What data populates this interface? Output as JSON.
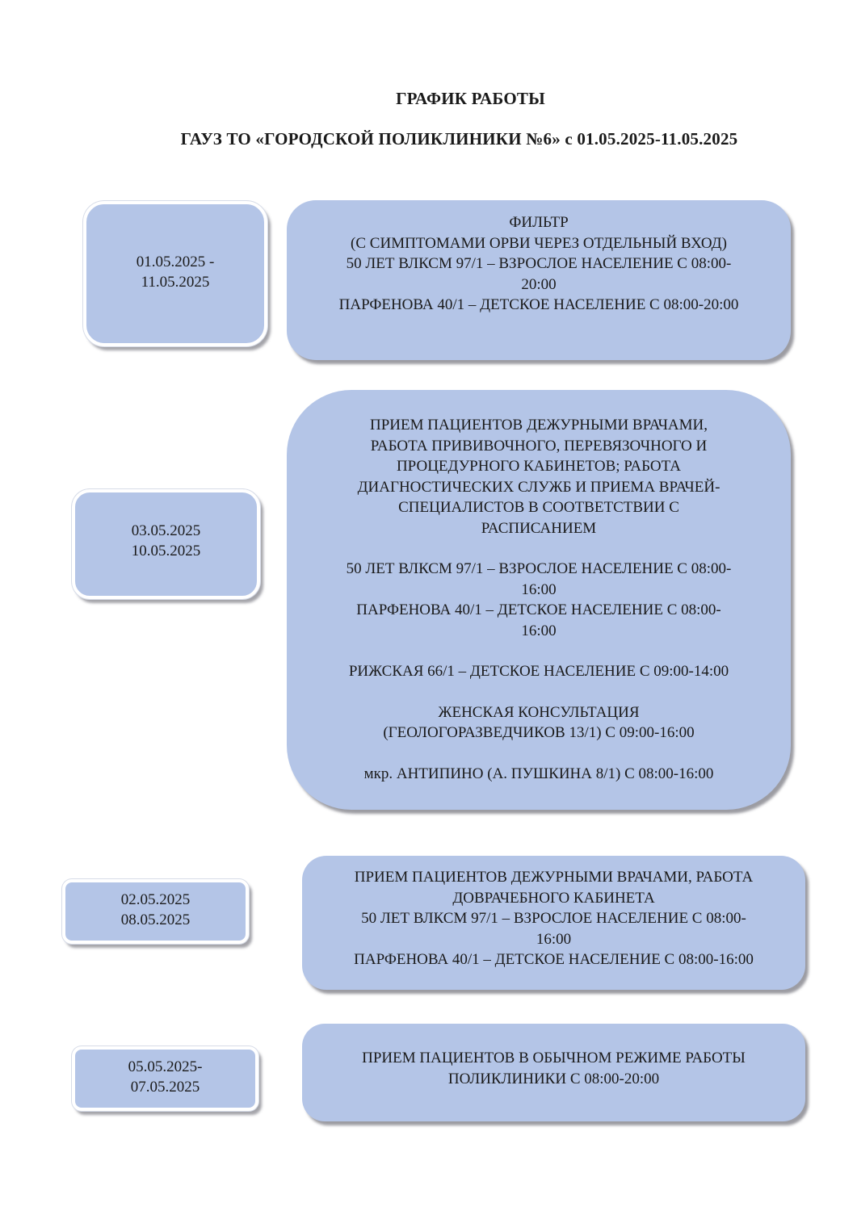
{
  "header": {
    "title": "ГРАФИК РАБОТЫ",
    "subtitle": "ГАУЗ ТО «ГОРОДСКОЙ ПОЛИКЛИНИКИ №6» с 01.05.2025-11.05.2025"
  },
  "schedule": [
    {
      "dates": [
        "01.05.2025 -",
        "11.05.2025"
      ],
      "info": [
        "ФИЛЬТР",
        "(С СИМПТОМАМИ ОРВИ ЧЕРЕЗ ОТДЕЛЬНЫЙ ВХОД)",
        "50 ЛЕТ ВЛКСМ 97/1 – ВЗРОСЛОЕ НАСЕЛЕНИЕ С 08:00-",
        "20:00",
        "ПАРФЕНОВА 40/1 – ДЕТСКОЕ НАСЕЛЕНИЕ С 08:00-20:00"
      ]
    },
    {
      "dates": [
        "03.05.2025",
        "10.05.2025"
      ],
      "info": [
        "ПРИЕМ ПАЦИЕНТОВ ДЕЖУРНЫМИ ВРАЧАМИ,",
        "РАБОТА ПРИВИВОЧНОГО, ПЕРЕВЯЗОЧНОГО И",
        "ПРОЦЕДУРНОГО КАБИНЕТОВ; РАБОТА",
        "ДИАГНОСТИЧЕСКИХ СЛУЖБ И ПРИЕМА ВРАЧЕЙ-",
        "СПЕЦИАЛИСТОВ В СООТВЕТСТВИИ С",
        "РАСПИСАНИЕМ",
        "50 ЛЕТ ВЛКСМ 97/1 – ВЗРОСЛОЕ НАСЕЛЕНИЕ С 08:00-",
        "16:00",
        "ПАРФЕНОВА 40/1 – ДЕТСКОЕ НАСЕЛЕНИЕ С 08:00-",
        "16:00",
        "РИЖСКАЯ 66/1 – ДЕТСКОЕ НАСЕЛЕНИЕ С 09:00-14:00",
        "ЖЕНСКАЯ КОНСУЛЬТАЦИЯ",
        "(ГЕОЛОГОРАЗВЕДЧИКОВ 13/1) С 09:00-16:00",
        "мкр. АНТИПИНО (А. ПУШКИНА 8/1) С 08:00-16:00"
      ]
    },
    {
      "dates": [
        "02.05.2025",
        "08.05.2025"
      ],
      "info": [
        "ПРИЕМ ПАЦИЕНТОВ ДЕЖУРНЫМИ ВРАЧАМИ, РАБОТА",
        "ДОВРАЧЕБНОГО КАБИНЕТА",
        "50 ЛЕТ ВЛКСМ 97/1 – ВЗРОСЛОЕ НАСЕЛЕНИЕ С 08:00-",
        "16:00",
        "ПАРФЕНОВА 40/1 – ДЕТСКОЕ НАСЕЛЕНИЕ С 08:00-16:00"
      ]
    },
    {
      "dates": [
        "05.05.2025-",
        "07.05.2025"
      ],
      "info": [
        "ПРИЕМ ПАЦИЕНТОВ В ОБЫЧНОМ РЕЖИМЕ РАБОТЫ",
        "ПОЛИКЛИНИКИ С 08:00-20:00"
      ]
    }
  ]
}
